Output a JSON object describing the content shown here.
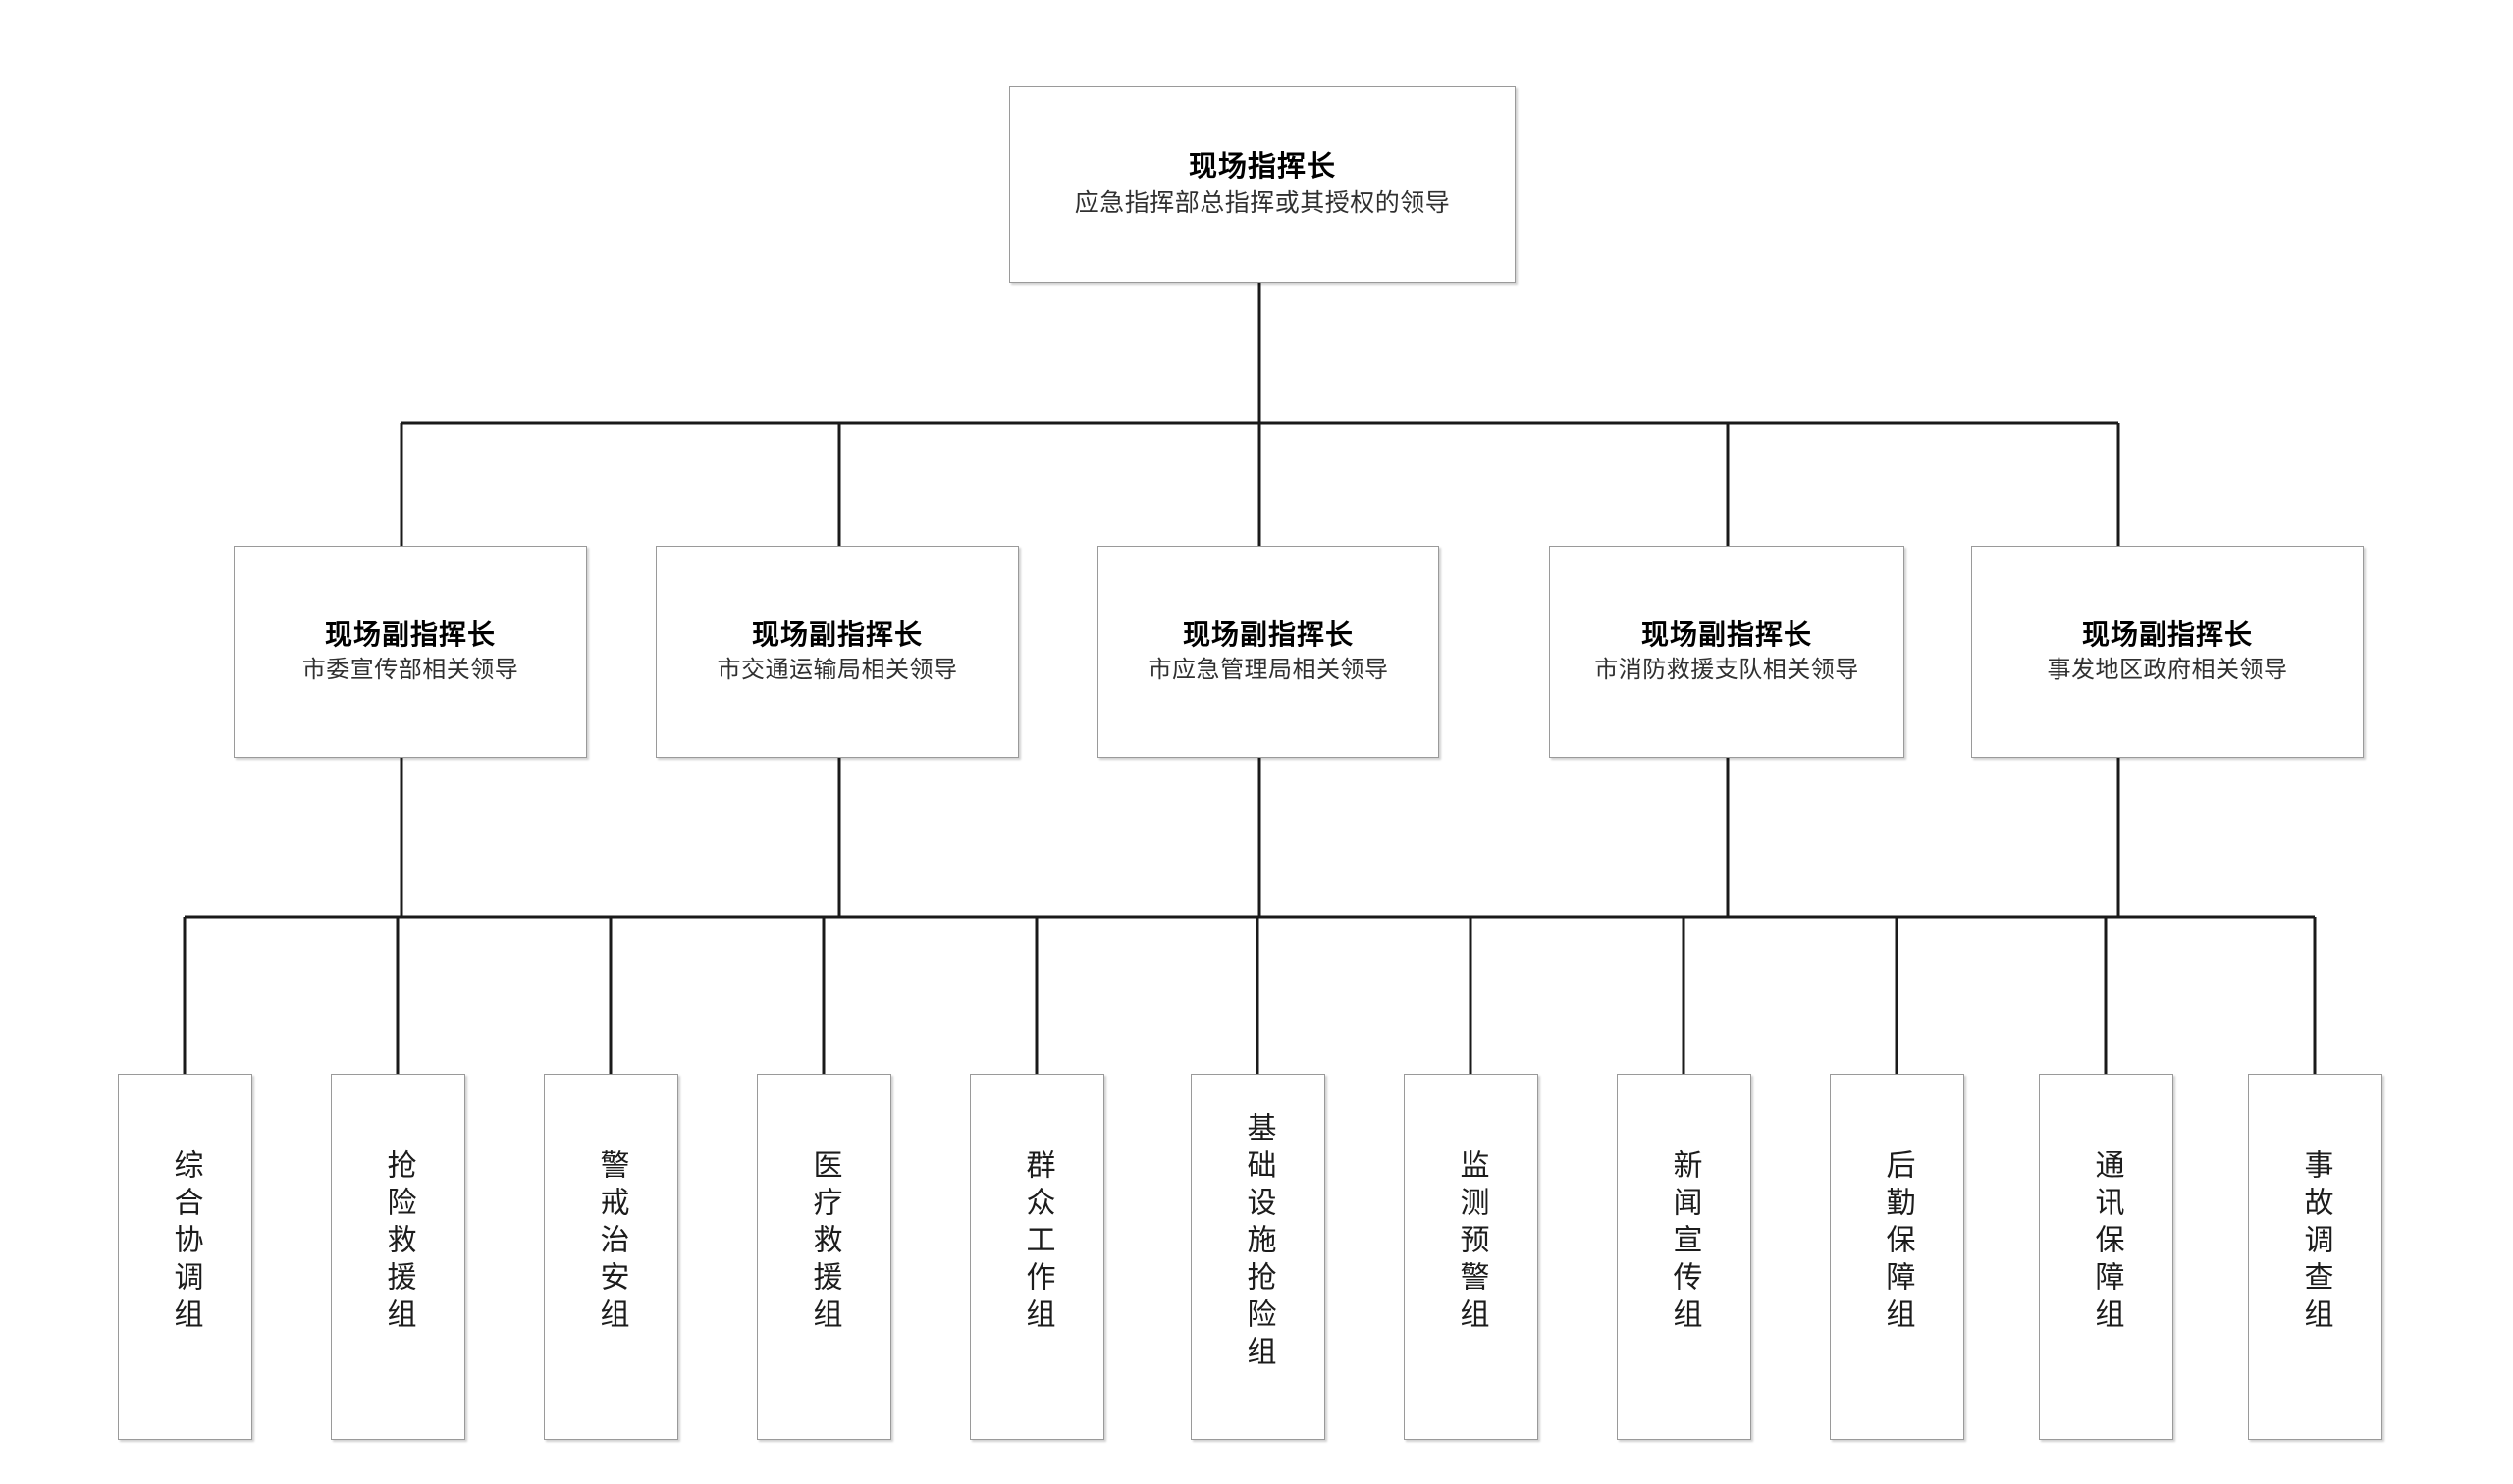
{
  "diagram": {
    "type": "organization-chart",
    "orientation": "top-down",
    "levels": 3
  },
  "root": {
    "title": "现场指挥长",
    "subtitle": "应急指挥部总指挥或其授权的领导"
  },
  "deputies": [
    {
      "title": "现场副指挥长",
      "subtitle": "市委宣传部相关领导"
    },
    {
      "title": "现场副指挥长",
      "subtitle": "市交通运输局相关领导"
    },
    {
      "title": "现场副指挥长",
      "subtitle": "市应急管理局相关领导"
    },
    {
      "title": "现场副指挥长",
      "subtitle": "市消防救援支队相关领导"
    },
    {
      "title": "现场副指挥长",
      "subtitle": "事发地区政府相关领导"
    }
  ],
  "groups": [
    {
      "label": "综合协调组"
    },
    {
      "label": "抢险救援组"
    },
    {
      "label": "警戒治安组"
    },
    {
      "label": "医疗救援组"
    },
    {
      "label": "群众工作组"
    },
    {
      "label": "基础设施抢险组"
    },
    {
      "label": "监测预警组"
    },
    {
      "label": "新闻宣传组"
    },
    {
      "label": "后勤保障组"
    },
    {
      "label": "通讯保障组"
    },
    {
      "label": "事故调查组"
    }
  ],
  "style": {
    "background": "#ffffff",
    "box_border": "#9a9a9a",
    "connector_color": "#1a1a1a",
    "title_color": "#000000",
    "subtitle_color": "#303030"
  }
}
